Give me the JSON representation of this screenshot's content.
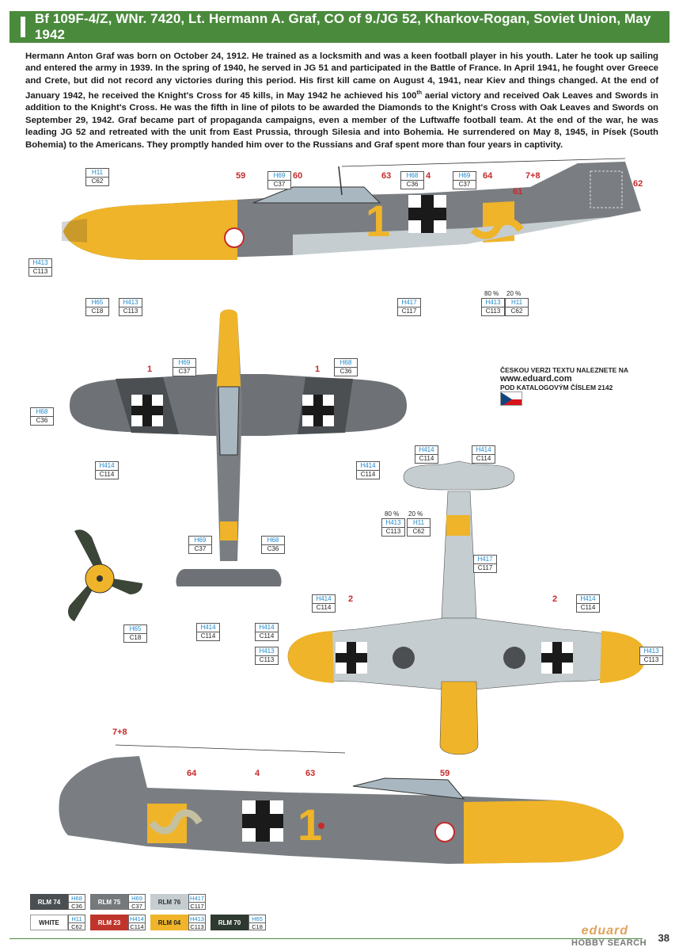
{
  "header": {
    "title": "Bf 109F-4/Z, WNr. 7420, Lt. Hermann A. Graf, CO of 9./JG 52, Kharkov-Rogan, Soviet Union, May 1942"
  },
  "bio": {
    "part1": "Hermann Anton Graf was born on October 24, 1912. He trained as a locksmith and was a keen football player in his youth. Later he took up sailing and entered the army in 1939. In the spring of 1940, he served in JG 51 and participated in the Battle of France. In April 1941, he fought over Greece and Crete, but did not record any victories during this period. His first kill came on August 4, 1941, near Kiev and things changed. At the end of January 1942, he received the Knight's Cross for 45 kills, in May 1942 he achieved his 100",
    "sup": "th",
    "part2": " aerial victory and received Oak Leaves and Swords in addition to the Knight's Cross. He was the fifth in line of pilots to be awarded the Diamonds to the Knight's Cross with Oak Leaves and Swords on September 29, 1942. Graf became part of propaganda campaigns, even a member of the Luftwaffe football team. At the end of the war, he was leading JG 52 and retreated with the unit from East Prussia, through Silesia and into Bohemia. He surrendered on May 8, 1945, in Písek (South Bohemia) to the Americans. They promptly handed him over to the Russians and Graf spent more than four years in captivity."
  },
  "czech_note": {
    "line1": "ČESKOU VERZI TEXTU NALEZNETE NA",
    "url": "www.eduard.com",
    "line3": "POD KATALOGOVÝM ČÍSLEM 2142"
  },
  "callouts": {
    "t1": {
      "h": "H11",
      "c": "C62"
    },
    "t2": {
      "h": "H69",
      "c": "C37"
    },
    "t3": {
      "h": "H68",
      "c": "C36"
    },
    "t4": {
      "h": "H69",
      "c": "C37"
    },
    "t5": {
      "h": "H413",
      "c": "C113"
    },
    "t6": {
      "h": "H65",
      "c": "C18"
    },
    "t7": {
      "h": "H413",
      "c": "C113"
    },
    "t8": {
      "h": "H417",
      "c": "C117"
    },
    "t9": {
      "h": "H413",
      "c": "C113"
    },
    "t10": {
      "h": "H11",
      "c": "C62"
    },
    "t11": {
      "h": "H69",
      "c": "C37"
    },
    "t12": {
      "h": "H68",
      "c": "C36"
    },
    "t13": {
      "h": "H68",
      "c": "C36"
    },
    "t14": {
      "h": "H414",
      "c": "C114"
    },
    "t15": {
      "h": "H414",
      "c": "C114"
    },
    "t16": {
      "h": "H69",
      "c": "C37"
    },
    "t17": {
      "h": "H68",
      "c": "C36"
    },
    "t18": {
      "h": "H414",
      "c": "C114"
    },
    "t19": {
      "h": "H414",
      "c": "C114"
    },
    "t20": {
      "h": "H65",
      "c": "C18"
    },
    "t21": {
      "h": "H414",
      "c": "C114"
    },
    "t22": {
      "h": "H414",
      "c": "C114"
    },
    "t23": {
      "h": "H413",
      "c": "C113"
    },
    "t24": {
      "h": "H11",
      "c": "C62"
    },
    "t25": {
      "h": "H417",
      "c": "C117"
    },
    "t26": {
      "h": "H414",
      "c": "C114"
    },
    "t27": {
      "h": "H414",
      "c": "C114"
    },
    "t28": {
      "h": "H413",
      "c": "C113"
    },
    "t29": {
      "h": "H413",
      "c": "C113"
    }
  },
  "numbers": {
    "n59": "59",
    "n60": "60",
    "n63": "63",
    "n4": "4",
    "n64": "64",
    "n78": "7+8",
    "n62": "62",
    "n61": "61",
    "n1a": "1",
    "n1b": "1",
    "n2a": "2",
    "n2b": "2",
    "b78": "7+8",
    "b64": "64",
    "b4": "4",
    "b63": "63",
    "b59": "59"
  },
  "mix1": {
    "p80": "80 %",
    "p20": "20 %"
  },
  "mix2": {
    "p80": "80 %",
    "p20": "20 %"
  },
  "legend": [
    {
      "name": "RLM 74",
      "h": "H68",
      "c": "C36",
      "color": "#4b4f52"
    },
    {
      "name": "RLM 75",
      "h": "H69",
      "c": "C37",
      "color": "#76797c"
    },
    {
      "name": "RLM 76",
      "h": "H417",
      "c": "C117",
      "color": "#c5cdd0"
    },
    {
      "name": "WHITE",
      "h": "H11",
      "c": "C62",
      "color": "#ffffff"
    },
    {
      "name": "RLM 23",
      "h": "H414",
      "c": "C114",
      "color": "#c0352b"
    },
    {
      "name": "RLM 04",
      "h": "H413",
      "c": "C113",
      "color": "#efb429"
    },
    {
      "name": "RLM 70",
      "h": "H65",
      "c": "C18",
      "color": "#2e3a30"
    }
  ],
  "footer": {
    "brand": "eduard",
    "page": "38",
    "watermark": "HOBBY SEARCH"
  },
  "colors": {
    "header": "#4a8a3c",
    "yellow": "#efb429",
    "grey_dark": "#4b4f52",
    "grey_mid": "#76797c",
    "grey_light": "#c5cdd0",
    "red": "#c62a2a",
    "tag_blue": "#1f88c8"
  }
}
